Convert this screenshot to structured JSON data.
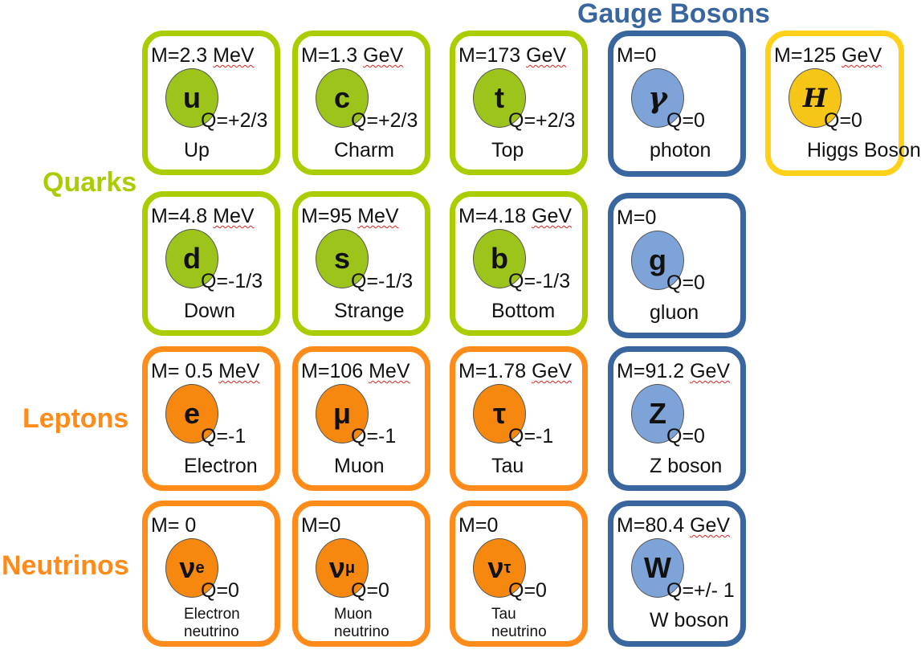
{
  "colors": {
    "quark": "#aacd00",
    "lepton": "#ff8c1a",
    "boson": "#3a66a0",
    "higgs": "#ffd11a",
    "quark_ball": "#9dc41a",
    "lepton_ball": "#f6880f",
    "boson_ball": "#7ea3d8",
    "higgs_ball": "#f5c518"
  },
  "labels": {
    "gauge_bosons": "Gauge Bosons",
    "quarks": "Quarks",
    "leptons": "Leptons",
    "neutrinos": "Neutrinos"
  },
  "particles": [
    {
      "mass_prefix": "M=",
      "mass_value": "2.3",
      "mass_unit": "MeV",
      "symbol": "u",
      "sub": "",
      "charge": "Q=+2/3",
      "name": "Up",
      "type": "quark"
    },
    {
      "mass_prefix": "M=",
      "mass_value": "1.3",
      "mass_unit": "GeV",
      "symbol": "c",
      "sub": "",
      "charge": "Q=+2/3",
      "name": "Charm",
      "type": "quark"
    },
    {
      "mass_prefix": "M=",
      "mass_value": "173",
      "mass_unit": "GeV",
      "symbol": "t",
      "sub": "",
      "charge": "Q=+2/3",
      "name": "Top",
      "type": "quark"
    },
    {
      "mass_prefix": "M=",
      "mass_value": "0",
      "mass_unit": "",
      "symbol": "γ",
      "sub": "",
      "charge": "Q=0",
      "name": "photon",
      "type": "boson"
    },
    {
      "mass_prefix": "M=",
      "mass_value": "125",
      "mass_unit": "GeV",
      "symbol": "H",
      "sub": "",
      "charge": "Q=0",
      "name": "Higgs Boson",
      "type": "higgs"
    },
    {
      "mass_prefix": "M=",
      "mass_value": "4.8",
      "mass_unit": "MeV",
      "symbol": "d",
      "sub": "",
      "charge": "Q=-1/3",
      "name": "Down",
      "type": "quark"
    },
    {
      "mass_prefix": "M=",
      "mass_value": "95",
      "mass_unit": "MeV",
      "symbol": "s",
      "sub": "",
      "charge": "Q=-1/3",
      "name": "Strange",
      "type": "quark"
    },
    {
      "mass_prefix": "M=",
      "mass_value": "4.18",
      "mass_unit": "GeV",
      "symbol": "b",
      "sub": "",
      "charge": "Q=-1/3",
      "name": "Bottom",
      "type": "quark"
    },
    {
      "mass_prefix": "M=",
      "mass_value": "0",
      "mass_unit": "",
      "symbol": "g",
      "sub": "",
      "charge": "Q=0",
      "name": "gluon",
      "type": "boson"
    },
    {
      "mass_prefix": "M= ",
      "mass_value": "0.5",
      "mass_unit": "MeV",
      "symbol": "e",
      "sub": "",
      "charge": "Q=-1",
      "name": "Electron",
      "type": "lepton"
    },
    {
      "mass_prefix": "M=",
      "mass_value": "106",
      "mass_unit": "MeV",
      "symbol": "μ",
      "sub": "",
      "charge": "Q=-1",
      "name": "Muon",
      "type": "lepton"
    },
    {
      "mass_prefix": "M=",
      "mass_value": "1.78",
      "mass_unit": "GeV",
      "symbol": "τ",
      "sub": "",
      "charge": "Q=-1",
      "name": "Tau",
      "type": "lepton"
    },
    {
      "mass_prefix": "M=",
      "mass_value": "91.2",
      "mass_unit": "GeV",
      "symbol": "Z",
      "sub": "",
      "charge": "Q=0",
      "name": "Z boson",
      "type": "boson"
    },
    {
      "mass_prefix": "M= ",
      "mass_value": "0",
      "mass_unit": "",
      "symbol": "ν",
      "sub": "e",
      "charge": "Q=0",
      "name": "Electron\nneutrino",
      "type": "neutrino"
    },
    {
      "mass_prefix": "M=",
      "mass_value": "0",
      "mass_unit": "",
      "symbol": "ν",
      "sub": "μ",
      "charge": "Q=0",
      "name": "Muon\nneutrino",
      "type": "neutrino"
    },
    {
      "mass_prefix": "M=",
      "mass_value": "0",
      "mass_unit": "",
      "symbol": "ν",
      "sub": "τ",
      "charge": "Q=0",
      "name": "Tau\nneutrino",
      "type": "neutrino"
    },
    {
      "mass_prefix": "M=",
      "mass_value": "80.4",
      "mass_unit": "GeV",
      "symbol": "W",
      "sub": "",
      "charge": "Q=+/- 1",
      "name": "W boson",
      "type": "boson"
    }
  ]
}
